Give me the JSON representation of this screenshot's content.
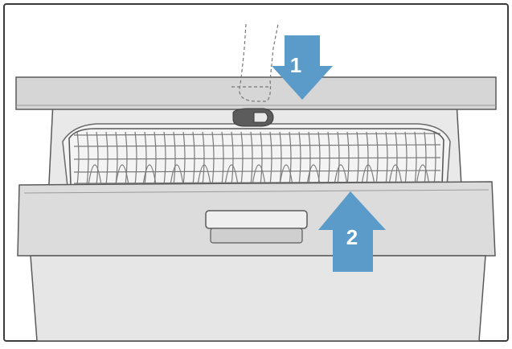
{
  "diagram": {
    "steps": [
      {
        "number": "1",
        "direction": "down"
      },
      {
        "number": "2",
        "direction": "up"
      }
    ],
    "colors": {
      "frame": "#3a3a3a",
      "appliance_fill": "#e4e4e4",
      "worktop_fill": "#d6d6d6",
      "door_fill": "#dcdcdc",
      "basket_lines": "#7a7a7a",
      "arrow_fill": "#5b9bc9",
      "arrow_text": "#ffffff",
      "outline": "#5a5a5a"
    }
  }
}
